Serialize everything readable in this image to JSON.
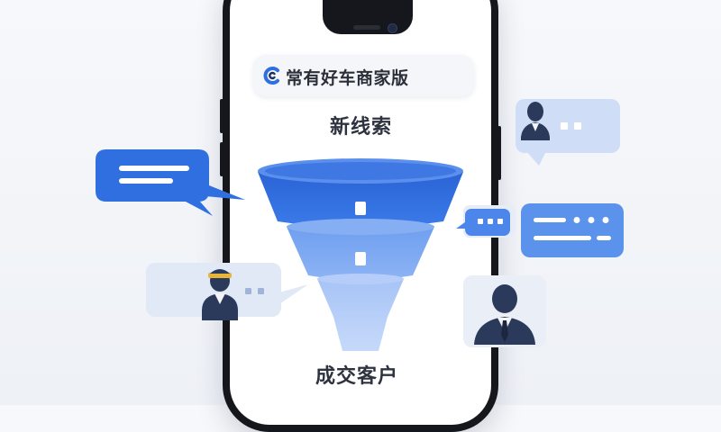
{
  "app": {
    "title": "常有好车商家版",
    "logo_icon": "brand-c-logo-icon"
  },
  "funnel": {
    "top_label": "新线索",
    "bottom_label": "成交客户"
  },
  "colors": {
    "primary_blue": "#2f6fe0",
    "mid_blue": "#6f9ff0",
    "light_blue": "#a9c6f7",
    "bubble_light": "#cfddf7",
    "avatar_navy": "#2b3a5a",
    "background": "#f4f6fa"
  }
}
